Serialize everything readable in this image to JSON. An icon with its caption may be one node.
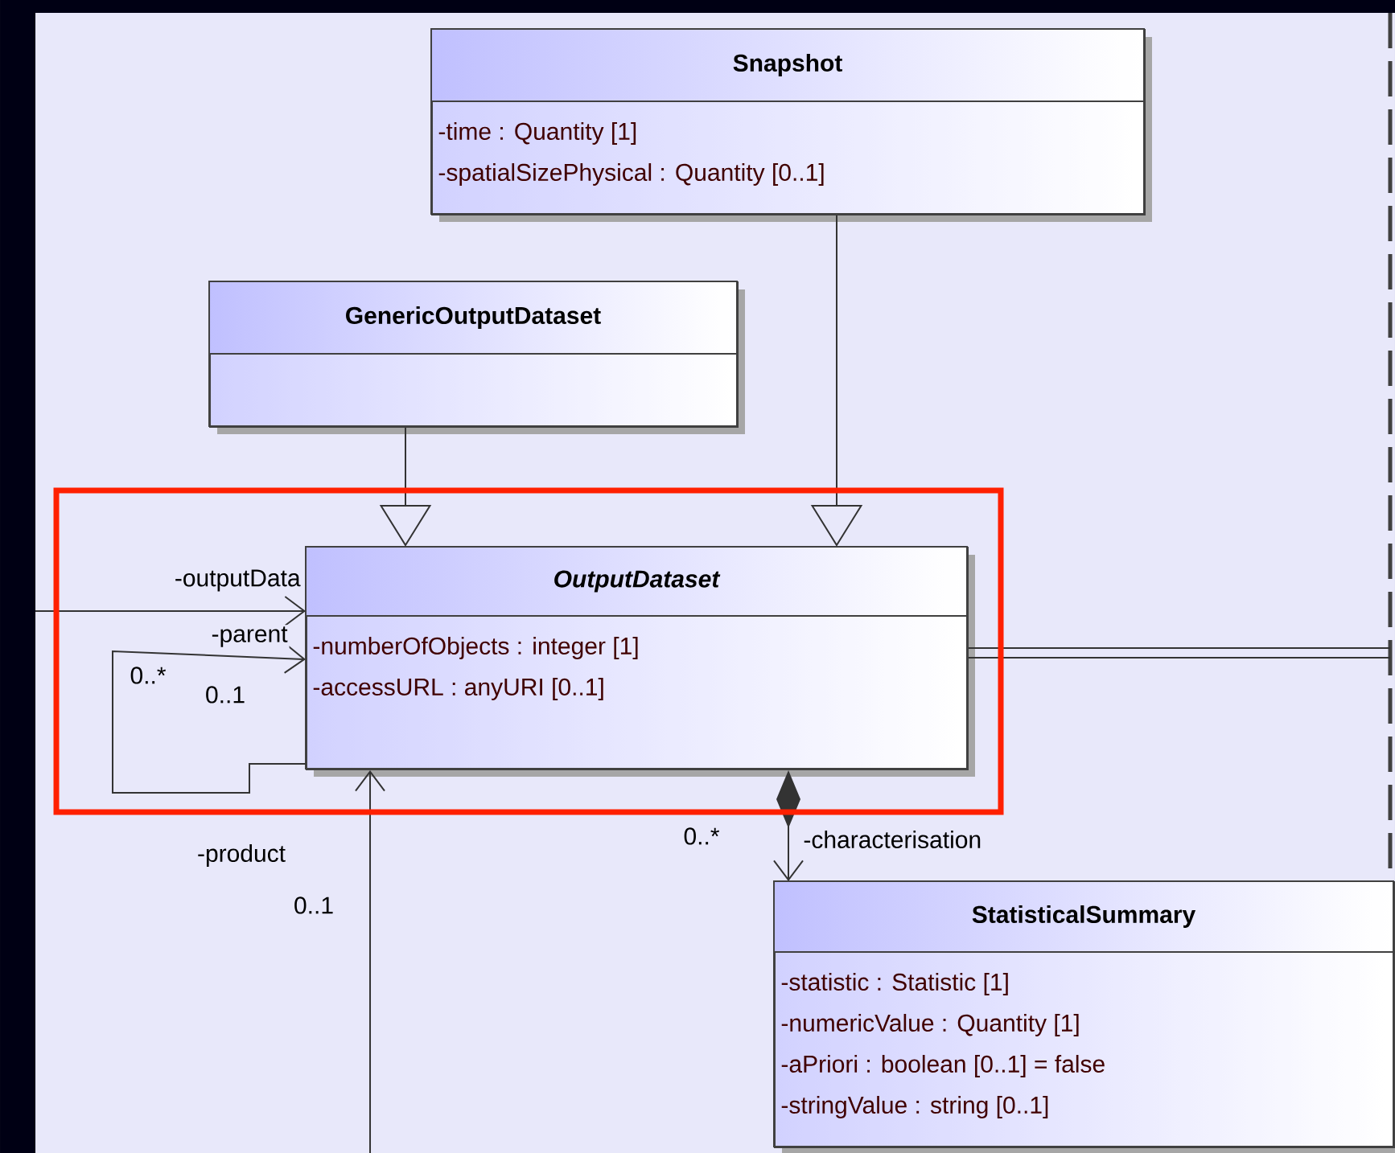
{
  "diagram": {
    "nodes": [
      {
        "text": [
          "Snapshot",
          "-time : Quantity [1]",
          "-spatialSizePhysical : Quantity [0..1]"
        ]
      },
      {
        "text": [
          "GenericOutputDataset"
        ]
      },
      {
        "text": [
          "OutputDataset",
          "-numberOfObjects : integer [1]",
          "-accessURL : anyURI [0..1]"
        ]
      },
      {
        "text": [
          "StatisticalSummary",
          "-statistic : Statistic [1]",
          "-numericValue : Quantity [1]",
          "-aPriori : boolean [0..1] = false",
          "-stringValue : string [0..1]"
        ]
      }
    ],
    "edges": [
      {
        "from": 0,
        "to": 2,
        "arrow": "to"
      },
      {
        "from": 1,
        "to": 2,
        "arrow": "to"
      },
      {
        "from": null,
        "to": 2,
        "arrow": "to",
        "label": "-outputData"
      },
      {
        "from": 2,
        "to": 2,
        "arrow": "to",
        "label": "-parent"
      },
      {
        "from": null,
        "to": 2,
        "arrow": "to",
        "label": "-product"
      },
      {
        "from": 2,
        "to": 3,
        "arrow": "to",
        "label": "-characterisation"
      },
      {
        "from": 2,
        "to": null,
        "arrow": "none"
      },
      {
        "from": 2,
        "to": null,
        "arrow": "none"
      }
    ],
    "labels": [
      "0..*",
      "0..1",
      "0..*",
      "0..1"
    ]
  }
}
